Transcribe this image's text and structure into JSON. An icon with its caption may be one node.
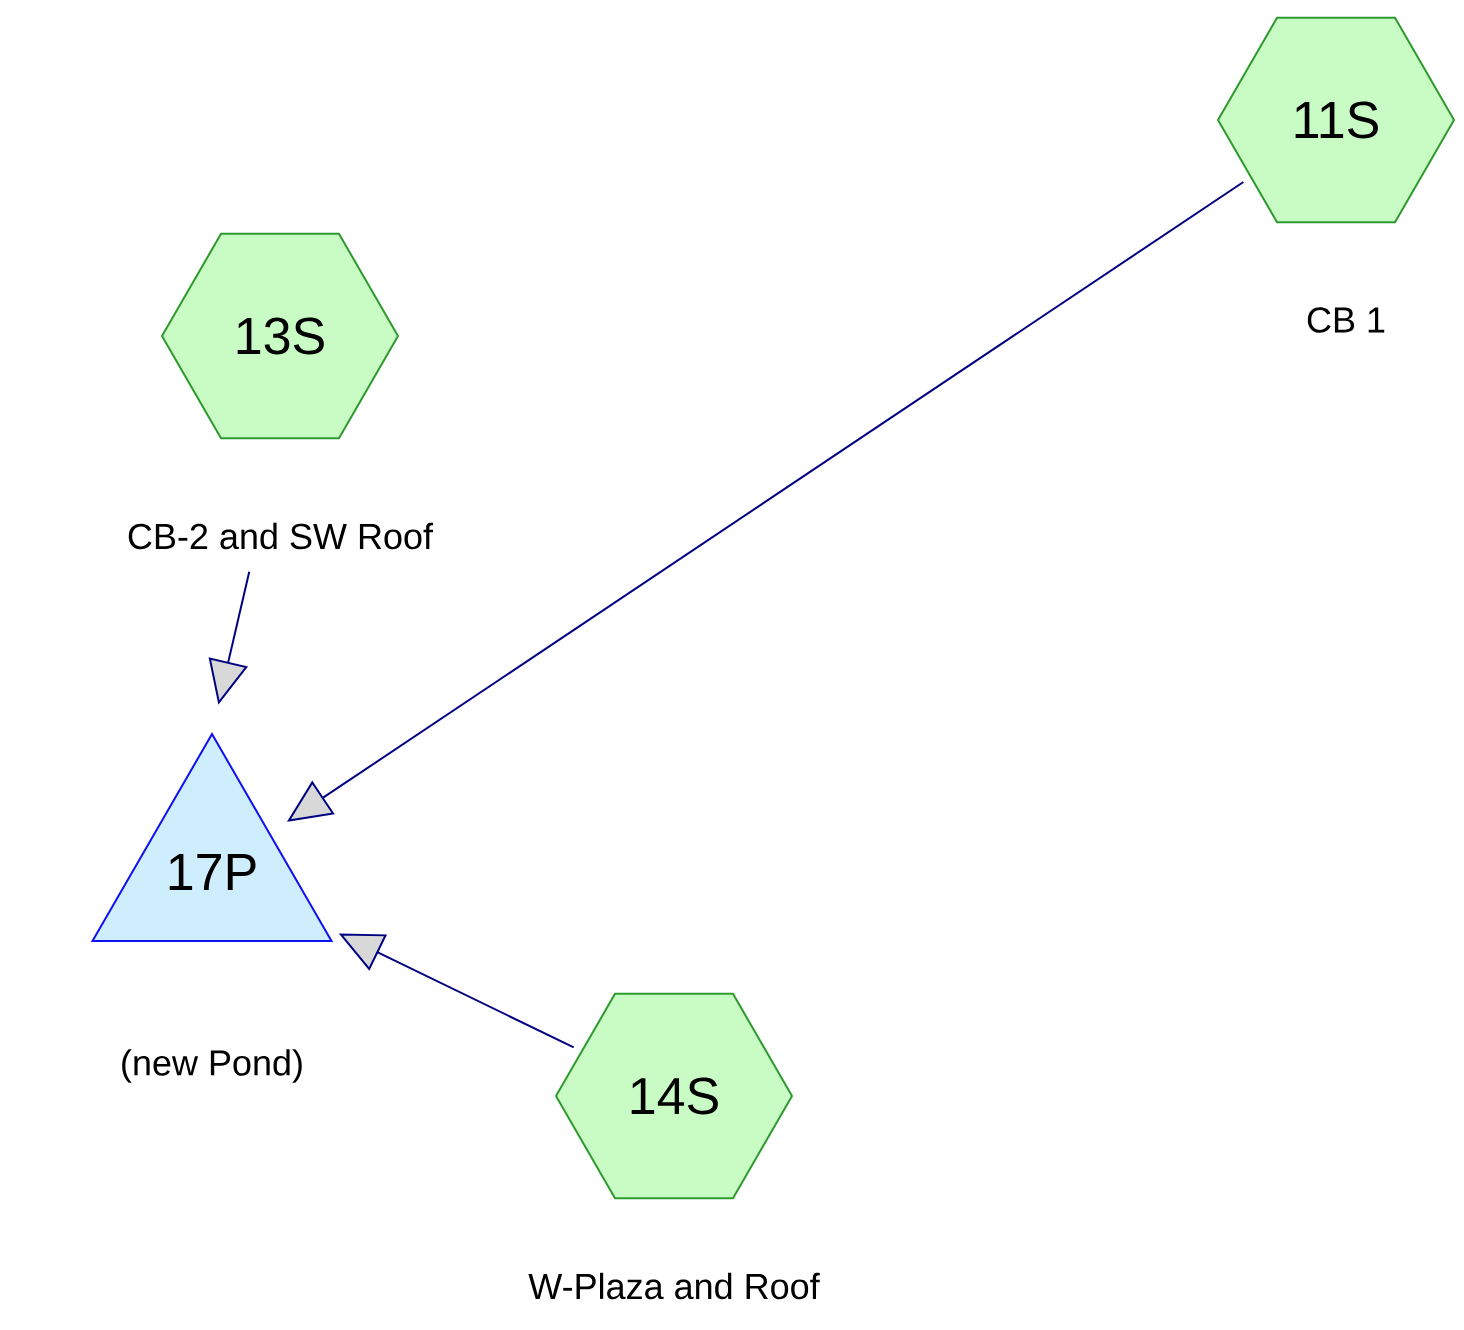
{
  "diagram": {
    "nodes": [
      {
        "text": [
          "11S"
        ],
        "beside": [
          "CB 1"
        ]
      },
      {
        "text": [
          "13S"
        ],
        "beside": [
          "CB-2 and SW Roof"
        ]
      },
      {
        "text": [
          "17P"
        ],
        "beside": [
          "(new Pond)"
        ]
      },
      {
        "text": [
          "14S"
        ],
        "beside": [
          "W-Plaza and Roof"
        ]
      }
    ],
    "edges": [
      {
        "from": 0,
        "to": 2,
        "arrow": "to"
      },
      {
        "from": 1,
        "to": 2,
        "arrow": "to"
      },
      {
        "from": 3,
        "to": 2,
        "arrow": "to"
      }
    ]
  }
}
